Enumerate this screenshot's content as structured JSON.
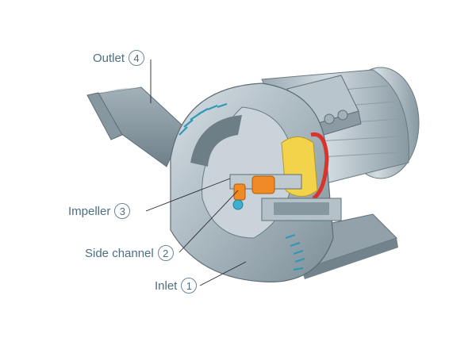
{
  "callouts": [
    {
      "label": "Outlet",
      "number": "4"
    },
    {
      "label": "Impeller",
      "number": "3"
    },
    {
      "label": "Side channel",
      "number": "2"
    },
    {
      "label": "Inlet",
      "number": "1"
    }
  ],
  "colors": {
    "housing": "#aab8c0",
    "housing_dark": "#7f9099",
    "label_text": "#4d6e80",
    "impeller_cyan": "#3fb1cf",
    "coupling_orange": "#f08a24",
    "brake_yellow": "#f3d34a",
    "brake_red": "#d9332c"
  }
}
